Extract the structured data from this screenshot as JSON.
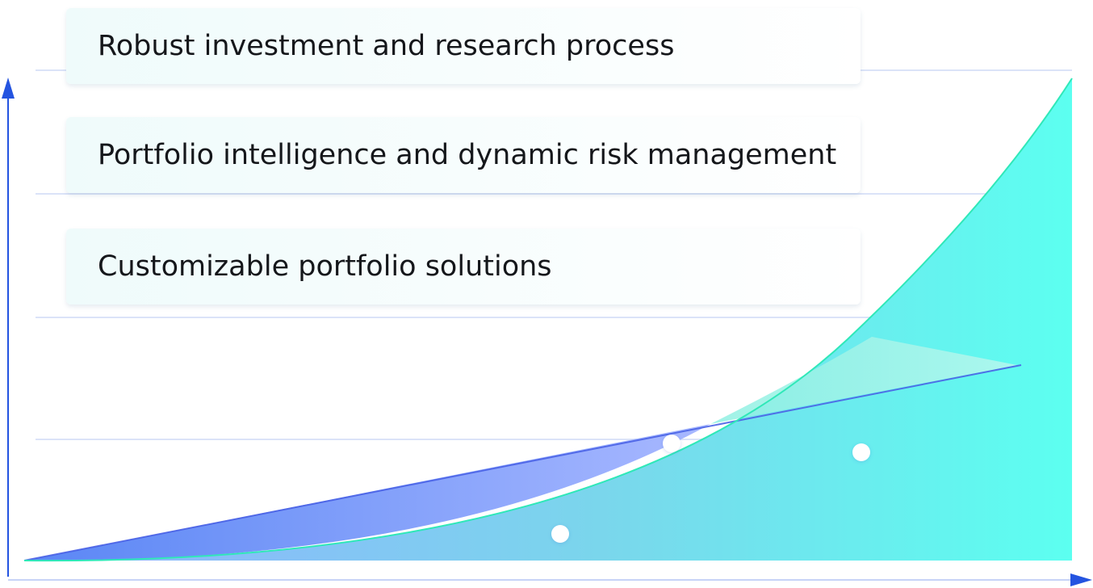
{
  "cards": [
    {
      "label": "Robust investment and research process"
    },
    {
      "label": "Portfolio intelligence and dynamic risk management"
    },
    {
      "label": "Customizable portfolio solutions"
    }
  ],
  "colors": {
    "axis": "#2454e0",
    "gridline": "#dbe3f8",
    "linear_area_start": "#5a86f5",
    "linear_area_end": "#a8b8ff",
    "linear_edge": "#4b63e6",
    "curve_area_start": "#8fb0ff",
    "curve_area_end": "#5cfff0",
    "curve_edge": "#2fe8b8",
    "card_background": "#effbfb",
    "marker": "#ffffff"
  }
}
